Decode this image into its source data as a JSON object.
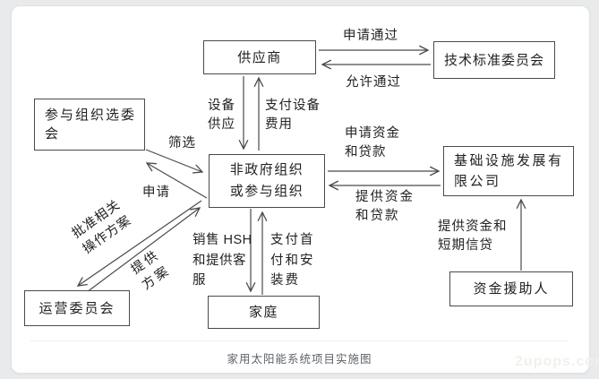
{
  "page": {
    "caption": "家用太阳能系统项目实施图",
    "watermark": "2upops.com"
  },
  "diagram": {
    "type": "flowchart",
    "nodes": {
      "supplier": {
        "label": "供应商"
      },
      "tech_committee": {
        "label": "技术标准委员会"
      },
      "selection_committee": {
        "lines": [
          "参与组织选委",
          "会"
        ]
      },
      "ngo": {
        "lines": [
          "非政府组织",
          "或参与组织"
        ]
      },
      "infra_company": {
        "lines": [
          "基础设施发展有",
          "限公司"
        ]
      },
      "operations_committee": {
        "label": "运营委员会"
      },
      "household": {
        "label": "家庭"
      },
      "sponsor": {
        "label": "资金援助人"
      }
    },
    "edge_labels": {
      "apply_pass": "申请通过",
      "allow_pass": "允许通过",
      "equipment_supply": {
        "lines": [
          "设备",
          "供应"
        ]
      },
      "pay_equipment_fee": {
        "lines": [
          "支付设备",
          "费用"
        ]
      },
      "screening": "筛选",
      "apply": "申请",
      "apply_funds_loans": {
        "lines": [
          "申请资金",
          "和贷款"
        ]
      },
      "provide_funds_loans": {
        "lines": [
          "提供资金",
          "和贷款"
        ]
      },
      "approve_operation_plan": {
        "lines": [
          "批准相关",
          "操作方案"
        ]
      },
      "provide_plan": {
        "lines": [
          "提供",
          "方案"
        ]
      },
      "sell_hsh_service": {
        "lines": [
          "销售 HSH",
          "和提供客",
          "服"
        ]
      },
      "pay_downpayment_install": {
        "lines": [
          "支付首",
          "付和安",
          "装费"
        ]
      },
      "provide_funds_credit": {
        "lines": [
          "提供资金和",
          "短期信贷"
        ]
      }
    },
    "colors": {
      "line": "#4a4a4a",
      "box_border": "#4a4a4a",
      "text": "#1f1f1f",
      "caption": "#5f6368",
      "card_bg": "#ffffff",
      "page_bg": "#e9eaec"
    }
  }
}
